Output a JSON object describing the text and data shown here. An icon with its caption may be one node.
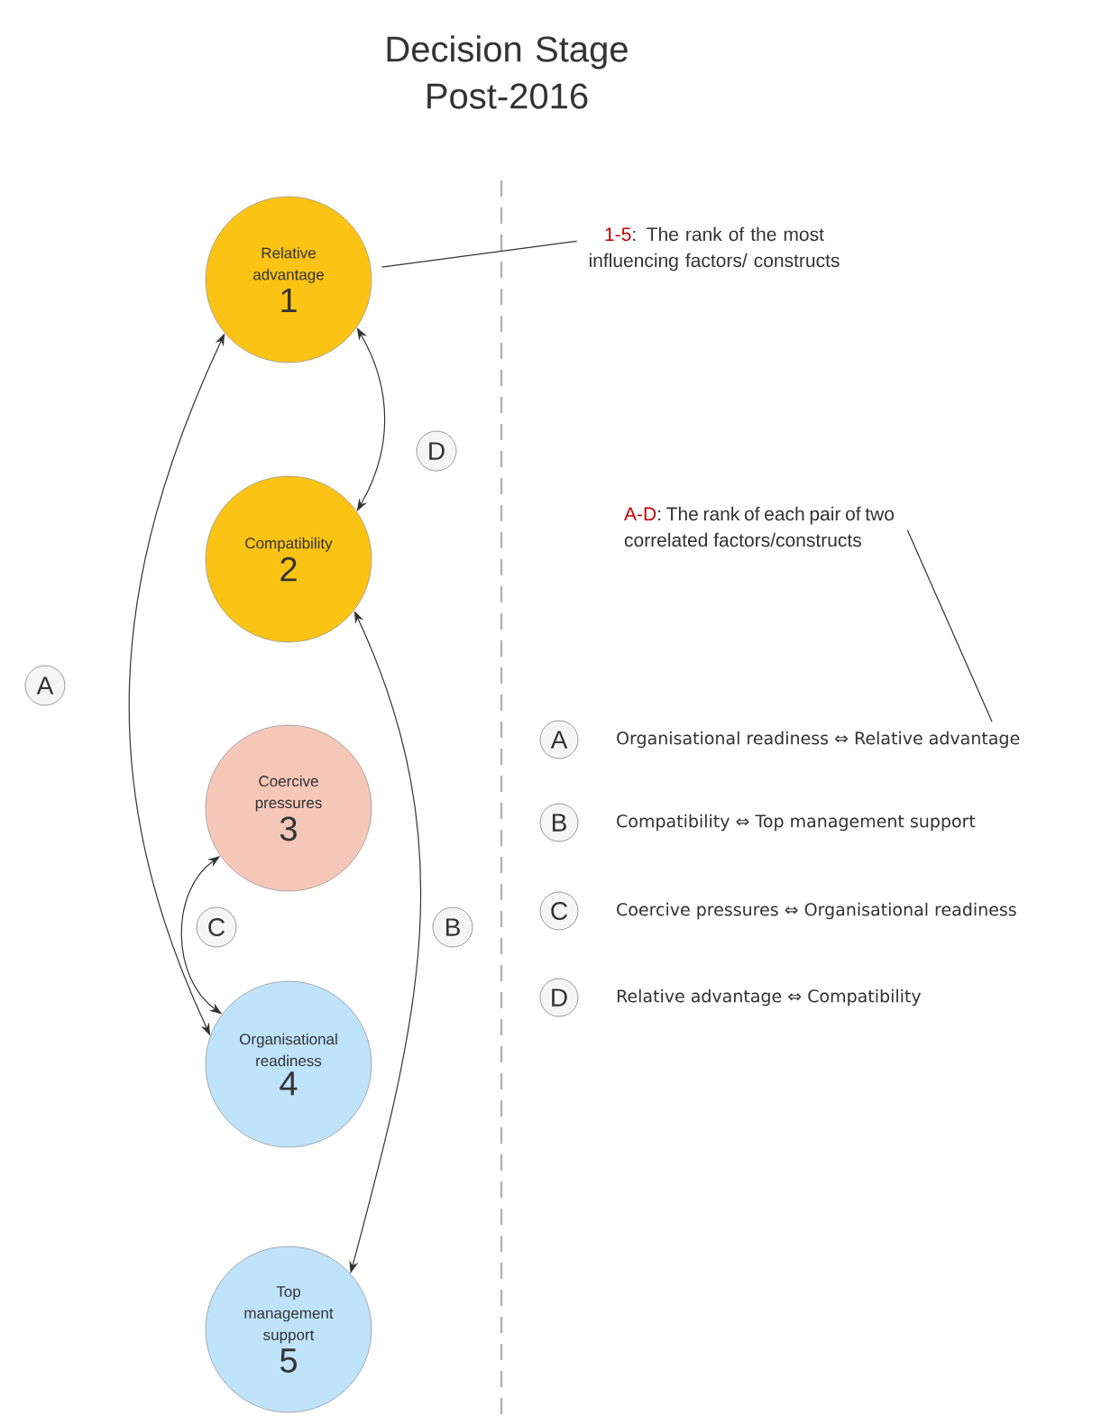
{
  "diagram": {
    "title": "Decision Stage Post-2016",
    "nodes": [
      {
        "text": [
          "Relative advantage",
          "1"
        ]
      },
      {
        "text": [
          "Compatibility",
          "2"
        ]
      },
      {
        "text": [
          "Coercive pressures",
          "3"
        ]
      },
      {
        "text": [
          "Organisational readiness",
          "4"
        ]
      },
      {
        "text": [
          "Top management support",
          "5"
        ]
      },
      {
        "text": [
          "A"
        ],
        "beside": [
          "Organisational readiness ⇔ Relative advantage"
        ]
      },
      {
        "text": [
          "B"
        ],
        "beside": [
          "Compatibility ⇔ Top management support"
        ]
      },
      {
        "text": [
          "C"
        ],
        "beside": [
          "Coercive pressures ⇔ Organisational readiness"
        ]
      },
      {
        "text": [
          "D"
        ],
        "beside": [
          "Relative advantage ⇔ Compatibility"
        ]
      },
      {
        "text": [
          "1-5",
          ": The rank of the most influencing factors/ constructs"
        ]
      },
      {
        "text": [
          "A-D",
          ": The rank of each pair of two correlated factors/constructs"
        ]
      },
      {
        "text": [
          "D"
        ]
      },
      {
        "text": [
          "A"
        ]
      },
      {
        "text": [
          "C"
        ]
      },
      {
        "text": [
          "B"
        ]
      }
    ],
    "edges": [
      {
        "from": 3,
        "to": 0,
        "arrow": "both"
      },
      {
        "from": 1,
        "to": 4,
        "arrow": "both"
      },
      {
        "from": 2,
        "to": 3,
        "arrow": "both"
      },
      {
        "from": 0,
        "to": 1,
        "arrow": "both"
      },
      {
        "from": 9,
        "to": 0,
        "arrow": "none"
      },
      {
        "from": 10,
        "to": 5,
        "arrow": "none"
      }
    ]
  }
}
